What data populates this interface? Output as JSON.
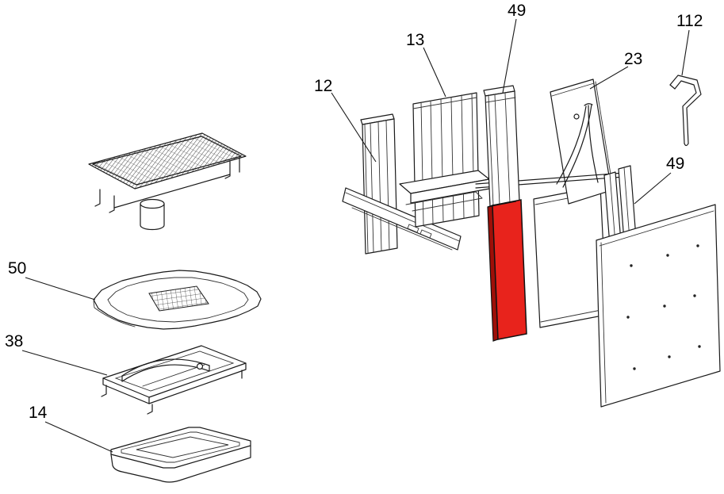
{
  "diagram": {
    "type": "exploded-parts-diagram",
    "background": "#ffffff",
    "colors": {
      "line": "#1a1a1a",
      "highlight": "#e8231c",
      "highlight_shadow": "#9e0f08"
    },
    "part_labels": {
      "p49_top": "49",
      "p13": "13",
      "p12": "12",
      "p23": "23",
      "p112": "112",
      "p49_right": "49",
      "p50": "50",
      "p38": "38",
      "p14": "14"
    }
  }
}
